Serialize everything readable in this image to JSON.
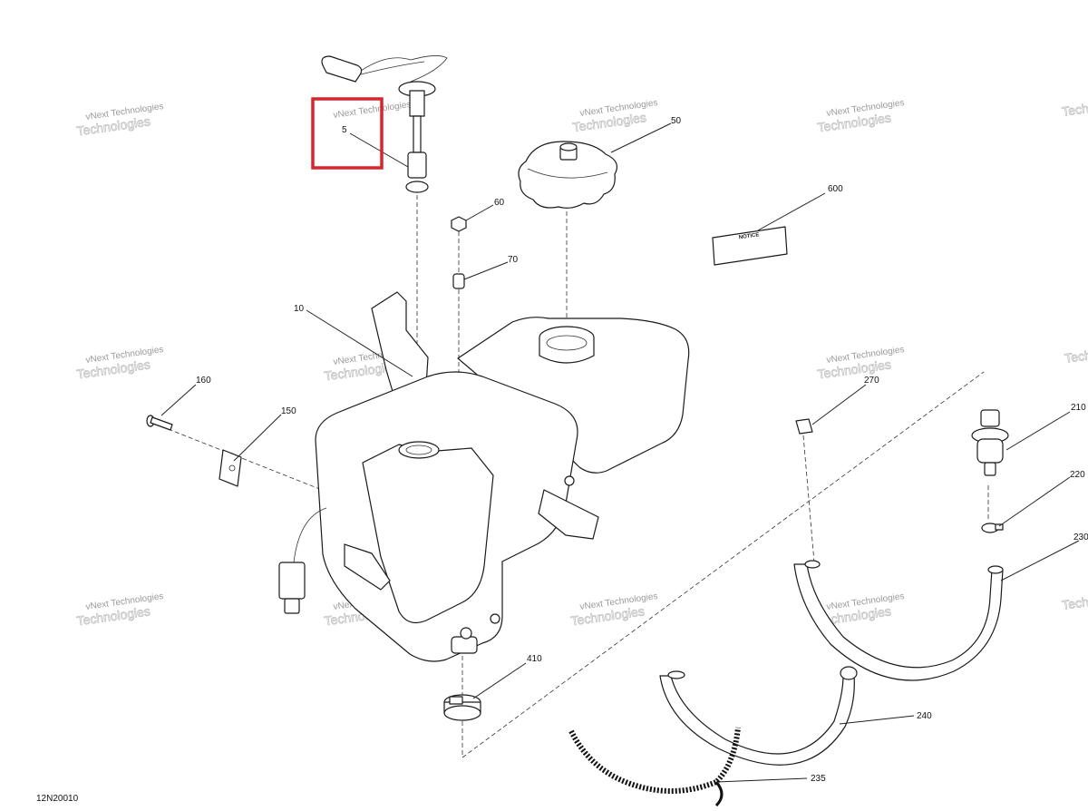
{
  "diagram": {
    "drawing_id": "12N20010",
    "watermark_line1": "vNext Technologies",
    "watermark_line2a": "vNext",
    "watermark_line2b": "Technologies",
    "notice_label": "NOTICE",
    "highlight_color": "#d9242b",
    "callouts": {
      "c5": "5",
      "c10": "10",
      "c50": "50",
      "c60": "60",
      "c70": "70",
      "c150": "150",
      "c160": "160",
      "c210": "210",
      "c220": "220",
      "c230": "230",
      "c235": "235",
      "c240": "240",
      "c270": "270",
      "c410": "410",
      "c600": "600"
    }
  }
}
